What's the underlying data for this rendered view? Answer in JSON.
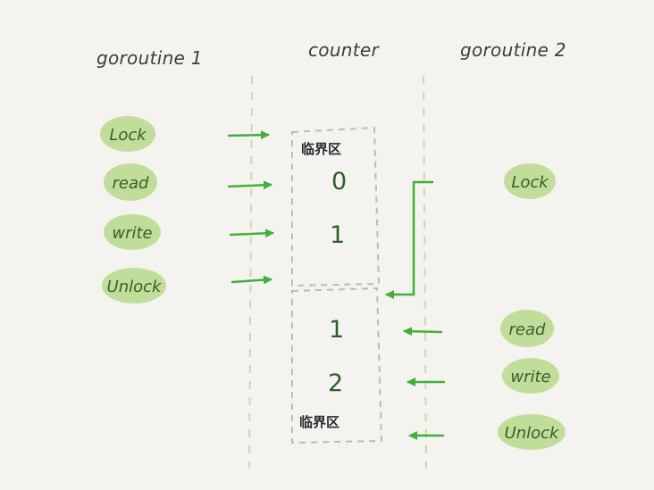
{
  "columns": {
    "left": "goroutine 1",
    "middle": "counter",
    "right": "goroutine 2"
  },
  "goroutine1_ops": [
    "Lock",
    "read",
    "write",
    "Unlock"
  ],
  "goroutine2_ops": [
    "Lock",
    "read",
    "write",
    "Unlock"
  ],
  "critical_section_label": "临界区",
  "counter_values": {
    "first_section": [
      "0",
      "1"
    ],
    "second_section": [
      "1",
      "2"
    ]
  },
  "colors": {
    "background": "#f4f3ef",
    "pill": "#b6d98a",
    "arrow": "#3fb13a",
    "lane": "#c6dea0",
    "box": "#b9bcbb"
  }
}
